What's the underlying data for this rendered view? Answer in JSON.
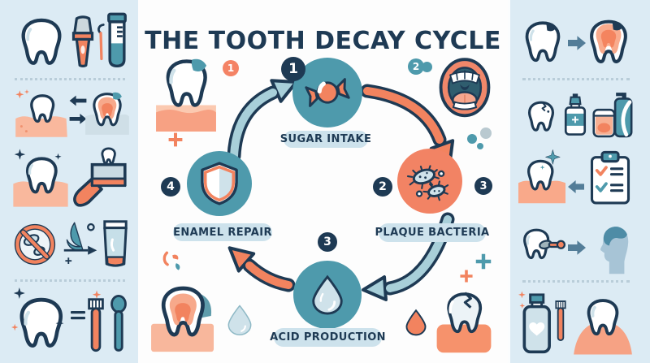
{
  "title": "THE TOOTH DECAY CYCLE",
  "colors": {
    "navy": "#1e3a54",
    "teal": "#4e9aac",
    "light_teal_arrow": "#a8cfd9",
    "salmon": "#f2835f",
    "gum": "#f8b096",
    "pale_blue": "#cfe2ea",
    "pill_bg": "#cde2ec",
    "sidebar_bg": "#dcebf4",
    "slate_arrow": "#537d98",
    "background": "#fdfdfd"
  },
  "cycle": {
    "steps": [
      {
        "number": "1",
        "label": "SUGAR INTAKE",
        "icon": "candy-icon",
        "circle_color": "#4e9aac"
      },
      {
        "number": "2",
        "label": "PLAQUE BACTERIA",
        "icon": "bacteria-icon",
        "circle_color": "#f28364"
      },
      {
        "number": "3",
        "label": "ACID PRODUCTION",
        "icon": "water-drop-icon",
        "circle_color": "#4e9aac"
      },
      {
        "number": "4",
        "label": "ENAMEL REPAIR",
        "icon": "shield-icon",
        "circle_color": "#4e9aac"
      }
    ],
    "badges": [
      {
        "number": "1",
        "style": "salmon"
      },
      {
        "number": "1",
        "style": "navy"
      },
      {
        "number": "2",
        "style": "teal"
      },
      {
        "number": "2",
        "style": "navy"
      },
      {
        "number": "3",
        "style": "navy"
      },
      {
        "number": "3",
        "style": "navy"
      },
      {
        "number": "4",
        "style": "navy"
      }
    ],
    "arrows": [
      {
        "from": "4",
        "to": "1",
        "color": "#a8cfd9"
      },
      {
        "from": "1",
        "to": "2",
        "color": "#f2835f"
      },
      {
        "from": "2",
        "to": "3",
        "color": "#a8cfd9"
      },
      {
        "from": "3",
        "to": "4",
        "color": "#f2835f"
      }
    ]
  },
  "main_decorations": [
    "tooth-in-gum-decay-icon",
    "orange-plus",
    "mouth-open-icon",
    "teal-dot",
    "dots-cluster",
    "doodle-squiggle",
    "tooth-cross-section-icon",
    "blue-drop-icon",
    "orange-drop-icon",
    "cracked-tooth-on-gum-icon",
    "teal-plus",
    "orange-plus"
  ],
  "left_sidebar": {
    "rows": [
      {
        "icons": [
          "tooth-icon",
          "dental-polisher-icon",
          "dental-probe-icon",
          "test-tube-icon"
        ]
      },
      {
        "icons": [
          "tooth-in-gum-sparkle-icon",
          "swap-arrows-icon",
          "decayed-tooth-cross-section-icon"
        ]
      },
      {
        "icons": [
          "tooth-in-gum-sparkle-icon",
          "toothbrush-cleaning-tooth-icon"
        ]
      },
      {
        "icons": [
          "no-bacteria-icon",
          "swoosh-arrow-plus-icon",
          "toothpaste-tube-icon"
        ]
      },
      {
        "icons": [
          "sparkling-tooth-icon",
          "equals-sign",
          "toothbrush-icon",
          "tongue-cleaner-icon"
        ]
      }
    ]
  },
  "right_sidebar": {
    "rows": [
      {
        "icons": [
          "cavity-tooth-icon",
          "arrow-right-icon",
          "inflamed-tooth-icon"
        ]
      },
      {
        "icons": [
          "cracked-tooth-icon",
          "medicine-bottle-icon",
          "cream-jar-and-pump-bottle-icon"
        ]
      },
      {
        "icons": [
          "tooth-in-gum-sparkle-icon",
          "arrow-left-icon",
          "checklist-icon"
        ]
      },
      {
        "icons": [
          "tooth-dental-tool-icon",
          "arrow-right-icon",
          "person-profile-icon"
        ]
      },
      {
        "icons": [
          "mouthwash-and-toothbrush-icon",
          "tooth-on-gum-icon"
        ]
      }
    ]
  }
}
